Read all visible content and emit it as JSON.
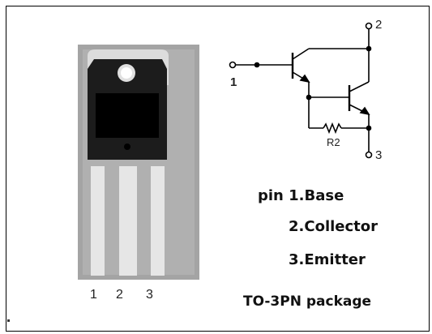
{
  "photo": {
    "pin_numbers": [
      "1",
      "2",
      "3"
    ]
  },
  "schematic": {
    "pin1_label": "1",
    "pin2_label": "2",
    "pin3_label": "3",
    "resistor_label": "R2"
  },
  "pinout": {
    "line1": "pin 1.Base",
    "line2": "2.Collector",
    "line3": "3.Emitter"
  },
  "package_name": "TO-3PN package",
  "colors": {
    "background_plate": "#a4a4a4",
    "body": "#1c1c1c",
    "leads": "#e6e6e6",
    "tab": "#dcdcdc"
  }
}
